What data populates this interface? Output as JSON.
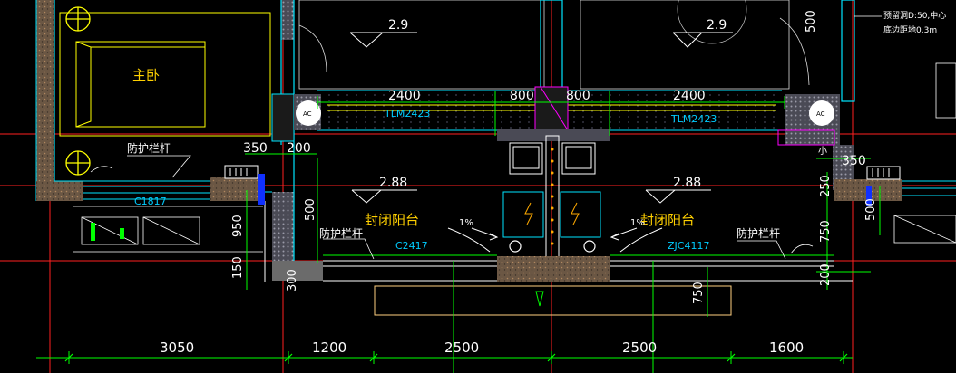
{
  "rooms": {
    "master_bedroom": "主卧",
    "balcony_left": "封闭阳台",
    "balcony_right": "封闭阳台"
  },
  "labels": {
    "guardrail_top": "防护栏杆",
    "guardrail_left": "防护栏杆",
    "guardrail_right": "防护栏杆",
    "note_line1": "预留洞D:50,中心",
    "note_line2": "底边距地0.3m",
    "small_mark": "小",
    "ac_left": "AC",
    "ac_right": "AC"
  },
  "openings": {
    "tlm_left": "TLM2423",
    "tlm_right": "TLM2423",
    "c1817": "C1817",
    "c2417": "C2417",
    "zjc4117": "ZJC4117"
  },
  "elevations": {
    "top_left": "2.9",
    "top_right": "2.9",
    "balcony_left": "2.88",
    "balcony_right": "2.88"
  },
  "slopes": {
    "left": "1%",
    "right": "1%"
  },
  "dimensions": {
    "d2400_left": "2400",
    "d800_left": "800",
    "d800_right": "800",
    "d2400_right": "2400",
    "d350_left": "350",
    "d200": "200",
    "d350_right": "350",
    "d500_left": "500",
    "d950": "950",
    "d150": "150",
    "d300": "300",
    "d250": "250",
    "d750_right": "750",
    "d500_right": "500",
    "d200_right": "200",
    "d750_bottom": "750",
    "d500_top": "500",
    "d3050": "3050",
    "d1200": "1200",
    "d2500_left": "2500",
    "d2500_right": "2500",
    "d1600": "1600"
  },
  "colors": {
    "background": "#000000",
    "axis_red": "#ff2020",
    "wall_cyan": "#00e5ff",
    "dim_green": "#00ff00",
    "text_white": "#ffffff",
    "furniture_yellow": "#ffff00",
    "room_label_yellow": "#ffd000",
    "opening_cyan": "#00ccff",
    "hatch_brown": "#8b6a48",
    "hatch_dark": "#5a4a50",
    "magenta": "#ff00ff"
  }
}
